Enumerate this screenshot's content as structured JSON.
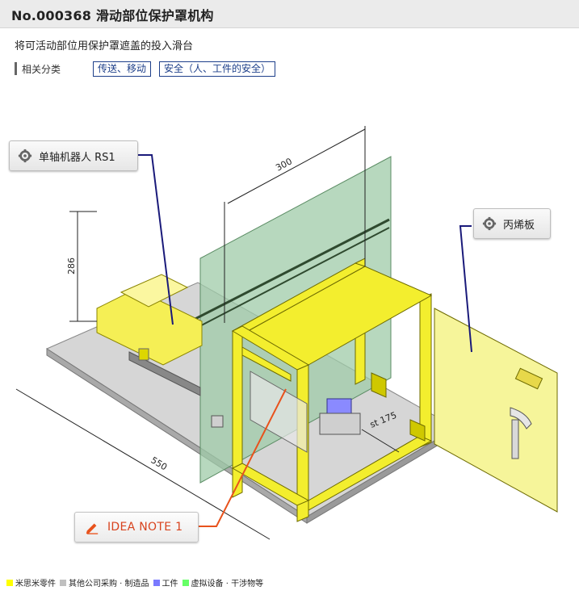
{
  "header": {
    "title": "No.000368 滑动部位保护罩机构"
  },
  "description": "将可活动部位用保护罩遮盖的投入滑台",
  "categories": {
    "label": "相关分类",
    "tags": [
      "传送、移动",
      "安全（人、工件的安全）"
    ]
  },
  "callouts": {
    "rs1": "单轴机器人 RS1",
    "panel": "丙烯板",
    "idea": "IDEA NOTE 1"
  },
  "dimensions": {
    "d300": "300",
    "d286": "286",
    "d550": "550",
    "d175": "st 175"
  },
  "legend": [
    {
      "label": "米思米零件",
      "color": "#ffff00"
    },
    {
      "label": "其他公司采购 · 制造品",
      "color": "#c0c0c0"
    },
    {
      "label": "工件",
      "color": "#7a7aff"
    },
    {
      "label": "虚拟设备 · 干涉物等",
      "color": "#66ff66"
    }
  ],
  "colors": {
    "frame": "#f3f000",
    "frame_dark": "#c9c300",
    "guard_green": "#9ec9a6",
    "base": "#d4d4d4",
    "door": "#f5f59a",
    "leader_blue": "#1a1a7a",
    "leader_orange": "#e8521c"
  }
}
